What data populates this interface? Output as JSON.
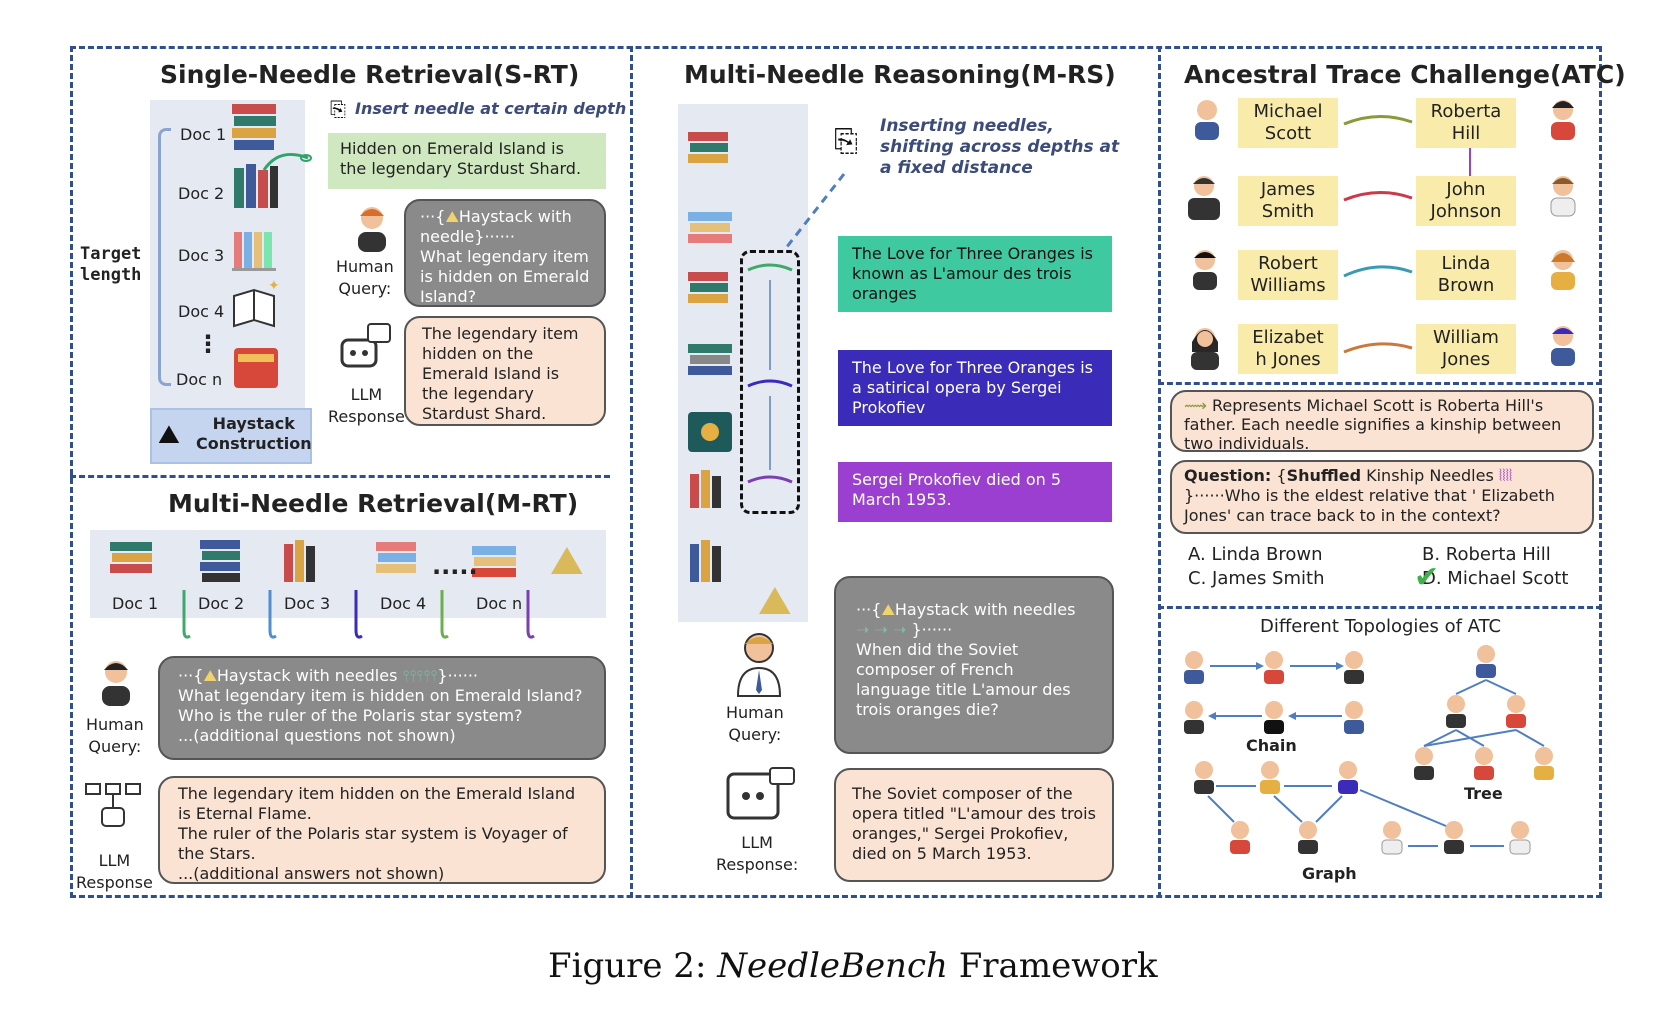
{
  "srt": {
    "title": "Single-Needle Retrieval(S-RT)",
    "insert_label": "Insert needle at certain depth",
    "docs": [
      "Doc 1",
      "Doc 2",
      "Doc 3",
      "Doc 4",
      "Doc n"
    ],
    "ellipsis": "⋮",
    "target_length": "Target\nlength",
    "haystack_label": "Haystack\nConstruction",
    "needle_text": "Hidden on Emerald Island is the legendary Stardust Shard.",
    "human_query_label": "Human\nQuery:",
    "query_prefix": "···{",
    "query_haystack": "Haystack with needle",
    "query_suffix": "}······",
    "query_text": "What legendary item is hidden on Emerald Island?",
    "llm_label": "LLM\nResponse",
    "response_text": "The legendary item hidden on the Emerald Island is the legendary Stardust Shard."
  },
  "mrt": {
    "title": "Multi-Needle Retrieval(M-RT)",
    "docs": [
      "Doc 1",
      "Doc 2",
      "Doc 3",
      "Doc 4",
      "Doc n"
    ],
    "dots": "·····",
    "human_query_label": "Human\nQuery:",
    "query_prefix": "···{",
    "query_haystack": "Haystack with needles",
    "query_suffix": "}······",
    "query_lines": [
      "What legendary item is hidden on Emerald Island?",
      "Who is the ruler of the Polaris star system?",
      "...(additional questions not shown)"
    ],
    "llm_label": "LLM\nResponse",
    "response_lines": [
      "The legendary item hidden on the Emerald Island is Eternal Flame.",
      "The ruler of the Polaris star system is Voyager of the Stars.",
      "...(additional answers not shown)"
    ]
  },
  "mrs": {
    "title": "Multi-Needle Reasoning(M-RS)",
    "insert_label": "Inserting needles, shifting across depths at a fixed distance",
    "needles": [
      "The Love for Three Oranges is known as L'amour des trois oranges",
      "The Love for Three Oranges is a satirical opera by Sergei Prokofiev",
      "Sergei Prokofiev died on 5 March 1953."
    ],
    "human_query_label": "Human\nQuery:",
    "query_prefix": "···{",
    "query_haystack": "Haystack with needles",
    "query_suffix": "}······",
    "query_text": "When did the Soviet composer of French language title L'amour des trois oranges die?",
    "llm_label": "LLM\nResponse:",
    "response_text": "The Soviet composer of the opera titled \"L'amour des trois oranges,\" Sergei Prokofiev, died on 5 March 1953."
  },
  "atc": {
    "title": "Ancestral Trace Challenge(ATC)",
    "pairs": [
      [
        "Michael\nScott",
        "Roberta\nHill"
      ],
      [
        "James\nSmith",
        "John\nJohnson"
      ],
      [
        "Robert\nWilliams",
        "Linda\nBrown"
      ],
      [
        "Elizabet\nh Jones",
        "William\nJones"
      ]
    ],
    "represents_text": "Represents Michael Scott is Roberta Hill's father. Each needle signifies a kinship between two individuals.",
    "question_label": "Question:",
    "question_open": "{",
    "question_bold": "Shuffled",
    "question_rest": " Kinship Needles",
    "question_text": "}······Who is the eldest relative that ' Elizabeth Jones' can trace back to in the context?",
    "options": [
      "A. Linda Brown",
      "B. Roberta Hill",
      "C. James Smith",
      "D. Michael Scott"
    ],
    "topologies_title": "Different Topologies of ATC",
    "topo_labels": [
      "Chain",
      "Tree",
      "Graph"
    ]
  },
  "caption_prefix": "Figure 2: ",
  "caption_italic": "NeedleBench",
  "caption_suffix": " Framework",
  "colors": {
    "frame": "#2f4f8f",
    "grey_box": "#8a8a8a",
    "peach_box": "#fbe3d3",
    "teal": "#3fc9a0",
    "indigo": "#3a2cb8",
    "purple": "#9a3fcf",
    "yellow": "#f9ecaa"
  }
}
